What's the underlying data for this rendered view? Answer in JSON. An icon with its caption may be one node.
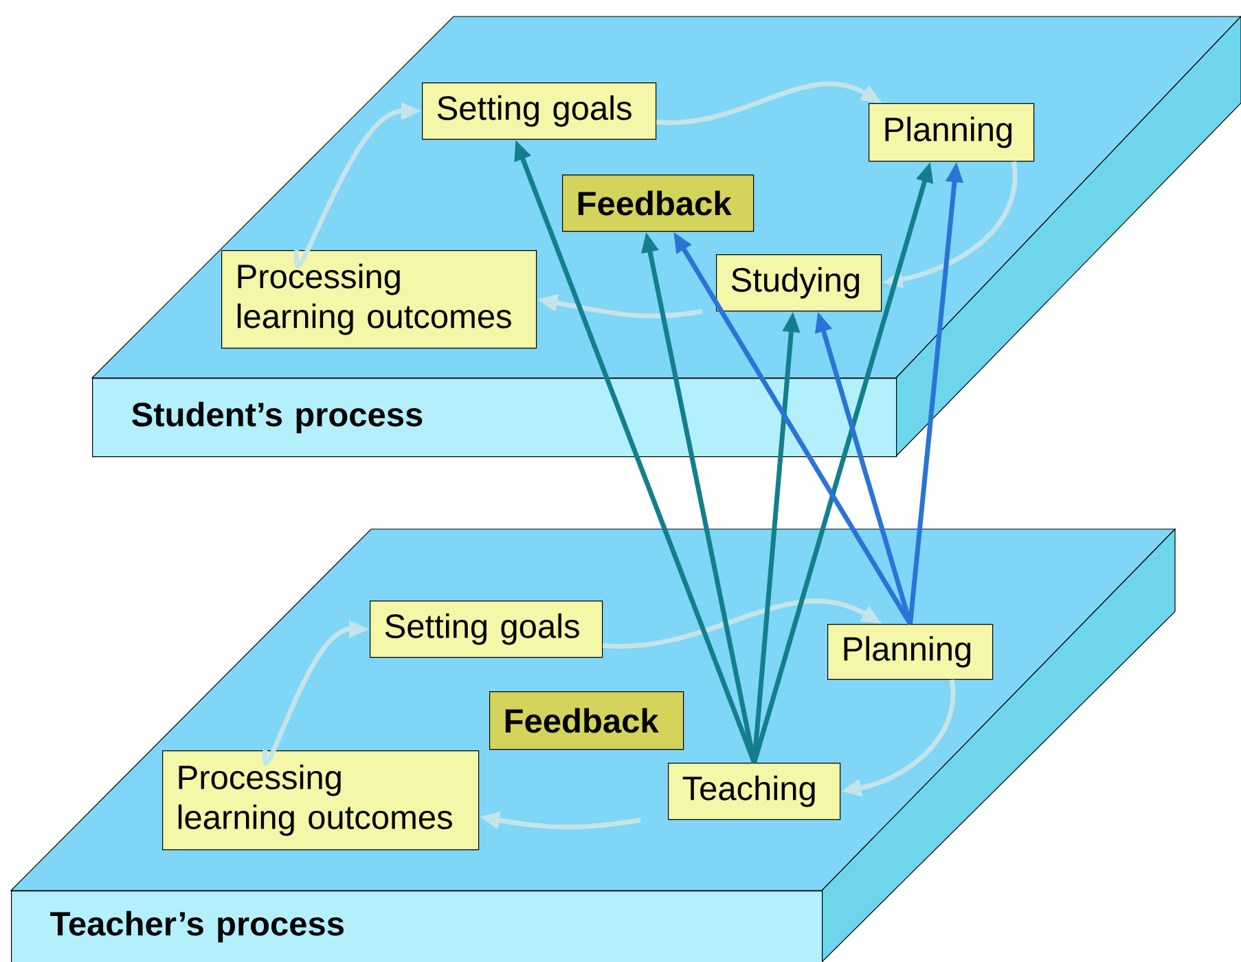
{
  "diagram": {
    "nodes": [
      {
        "text": [
          "Student’s process"
        ]
      },
      {
        "text": [
          "Setting goals"
        ],
        "in": 0
      },
      {
        "text": [
          "Planning"
        ],
        "in": 0
      },
      {
        "text": [
          "Feedback"
        ],
        "in": 0
      },
      {
        "text": [
          "Studying"
        ],
        "in": 0
      },
      {
        "text": [
          "Processing learning outcomes"
        ],
        "in": 0
      },
      {
        "text": [
          "Teacher’s process"
        ]
      },
      {
        "text": [
          "Setting goals"
        ],
        "in": 6
      },
      {
        "text": [
          "Planning"
        ],
        "in": 6
      },
      {
        "text": [
          "Feedback"
        ],
        "in": 6
      },
      {
        "text": [
          "Teaching"
        ],
        "in": 6
      },
      {
        "text": [
          "Processing learning outcomes"
        ],
        "in": 6
      }
    ],
    "edges": [
      {
        "from": 5,
        "to": 1,
        "arrow": "to",
        "color": "#c4e4ea"
      },
      {
        "from": 1,
        "to": 2,
        "arrow": "to",
        "color": "#c4e4ea"
      },
      {
        "from": 2,
        "to": 4,
        "arrow": "to",
        "color": "#c4e4ea"
      },
      {
        "from": 4,
        "to": 5,
        "arrow": "to",
        "color": "#c4e4ea"
      },
      {
        "from": 11,
        "to": 7,
        "arrow": "to",
        "color": "#c4e4ea"
      },
      {
        "from": 7,
        "to": 8,
        "arrow": "to",
        "color": "#c4e4ea"
      },
      {
        "from": 8,
        "to": 10,
        "arrow": "to",
        "color": "#c4e4ea"
      },
      {
        "from": 10,
        "to": 11,
        "arrow": "to",
        "color": "#c4e4ea"
      },
      {
        "from": 10,
        "to": 1,
        "arrow": "to",
        "color": "#137f8c"
      },
      {
        "from": 10,
        "to": 3,
        "arrow": "to",
        "color": "#137f8c"
      },
      {
        "from": 10,
        "to": 4,
        "arrow": "to",
        "color": "#137f8c"
      },
      {
        "from": 10,
        "to": 2,
        "arrow": "to",
        "color": "#137f8c"
      },
      {
        "from": 8,
        "to": 3,
        "arrow": "to",
        "color": "#2a74d6"
      },
      {
        "from": 8,
        "to": 4,
        "arrow": "to",
        "color": "#2a74d6"
      },
      {
        "from": 8,
        "to": 2,
        "arrow": "to",
        "color": "#2a74d6"
      }
    ]
  }
}
